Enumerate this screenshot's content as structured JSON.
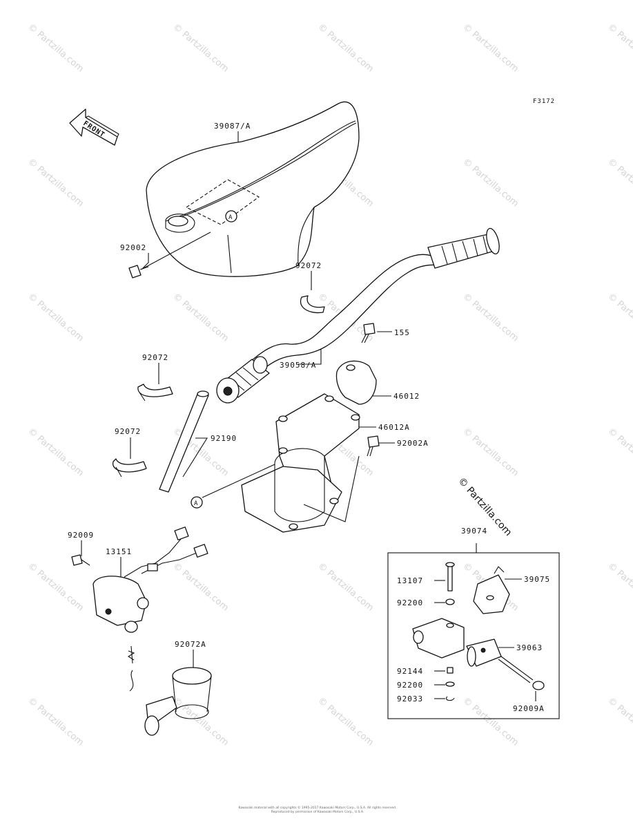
{
  "diagram_code": "F3172",
  "front_label": "FRONT",
  "ref_marker": "A",
  "watermark": "© Partzilla.com",
  "labels": {
    "l39087A": "39087/A",
    "l92002": "92002",
    "l92072_top": "92072",
    "l155": "155",
    "l39058A": "39058/A",
    "l46012": "46012",
    "l46012A": "46012A",
    "l92002A": "92002A",
    "l92072_mid": "92072",
    "l92190": "92190",
    "l92072_low": "92072",
    "l92009": "92009",
    "l13151": "13151",
    "l92072A": "92072A",
    "l39074": "39074",
    "l13107": "13107",
    "l39075": "39075",
    "l92200a": "92200",
    "l39063": "39063",
    "l92144": "92144",
    "l92200b": "92200",
    "l92033": "92033",
    "l92009A": "92009A"
  },
  "footer_line1": "Kawasaki material with all copyrights © 1995-2017 Kawasaki Motors Corp., U.S.A. All rights reserved.",
  "footer_line2": "Reproduced by permission of Kawasaki Motors Corp., U.S.A."
}
